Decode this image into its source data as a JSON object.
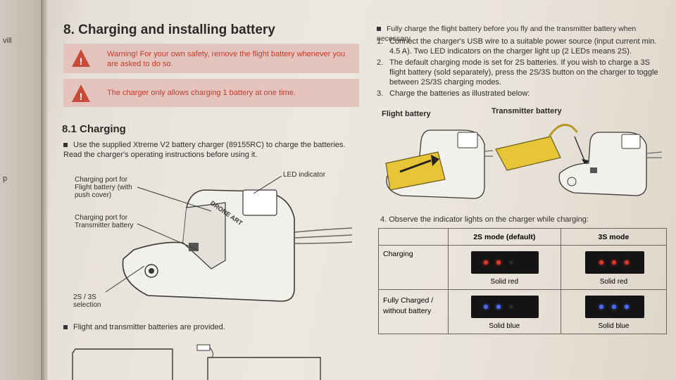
{
  "prev_page": {
    "fragment_1": "vill",
    "fragment_2": "p"
  },
  "left": {
    "section_title": "8. Charging and installing battery",
    "warning_1": "Warning! For your own safety, remove the flight battery whenever you are asked to do so.",
    "warning_2": "The charger only allows charging 1 battery at one time.",
    "subsection_title": "8.1  Charging",
    "bullet_1": "Use the supplied Xtreme V2 battery charger (89155RC) to charge the batteries. Read the charger's operating instructions before using it.",
    "callout_flight_port": "Charging port for Flight battery (with push cover)",
    "callout_tx_port": "Charging port for Transmitter battery",
    "callout_led": "LED indicator",
    "callout_mode": "2S / 3S selection",
    "charger_brand": "DRONE ART",
    "bullet_2": "Flight and transmitter batteries are provided."
  },
  "right": {
    "bullet_top": "Fully charge the flight battery before you fly and the transmitter battery when necessary.",
    "steps": [
      {
        "num": "1.",
        "text": "Connect the charger's USB wire to a suitable power source (input current min. 4.5 A). Two LED indicators on the charger light up (2 LEDs means 2S)."
      },
      {
        "num": "2.",
        "text": "The default charging mode is set for 2S batteries. If you wish to charge a 3S flight battery (sold separately), press the 2S/3S button on the charger to toggle between 2S/3S charging modes."
      },
      {
        "num": "3.",
        "text": "Charge the batteries as illustrated below:"
      }
    ],
    "label_flight_battery": "Flight battery",
    "label_tx_battery": "Transmitter battery",
    "step_4": "4.  Observe the indicator lights on the charger while charging:",
    "table": {
      "headers": [
        "",
        "2S mode (default)",
        "3S mode"
      ],
      "rows": [
        {
          "label": "Charging",
          "cell_2s": "Solid red",
          "cell_3s": "Solid red"
        },
        {
          "label": "Fully Charged / without battery",
          "cell_2s": "Solid blue",
          "cell_3s": "Solid blue"
        }
      ]
    }
  },
  "colors": {
    "warning_bg": "#e6c4be",
    "warning_text": "#c43a2b",
    "battery_yellow": "#e8c437",
    "led_red": "#e23a2a",
    "led_blue": "#4a6cff"
  }
}
